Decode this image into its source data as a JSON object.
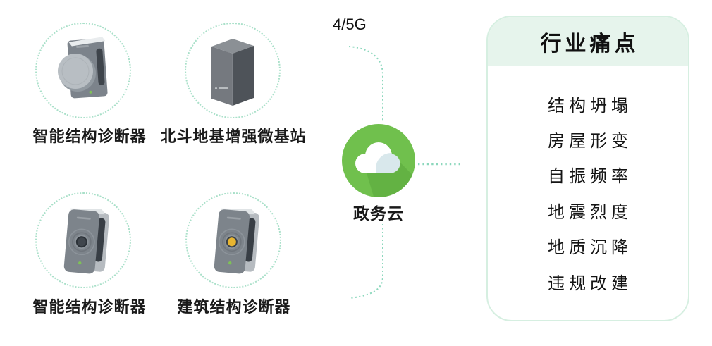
{
  "network_label": "4/5G",
  "cloud_label": "政务云",
  "devices": [
    {
      "label": "智能结构诊断器"
    },
    {
      "label": "北斗地基增强微基站"
    },
    {
      "label": "智能结构诊断器"
    },
    {
      "label": "建筑结构诊断器"
    }
  ],
  "panel": {
    "title": "行业痛点",
    "items": [
      "结构坍塌",
      "房屋形变",
      "自振频率",
      "地震烈度",
      "地质沉降",
      "违规改建"
    ]
  },
  "colors": {
    "cloud_green": "#70c04d",
    "cloud_shadow_green": "#63b243",
    "cloud_shade_gray": "#d9e8ec",
    "connector_teal": "#8bd7bc",
    "circle_dotted": "#a9e0c9",
    "panel_tint": "#e6f4ec",
    "panel_border": "#d6efe1",
    "led_green": "#7ec157",
    "button_yellow": "#e8b531"
  }
}
